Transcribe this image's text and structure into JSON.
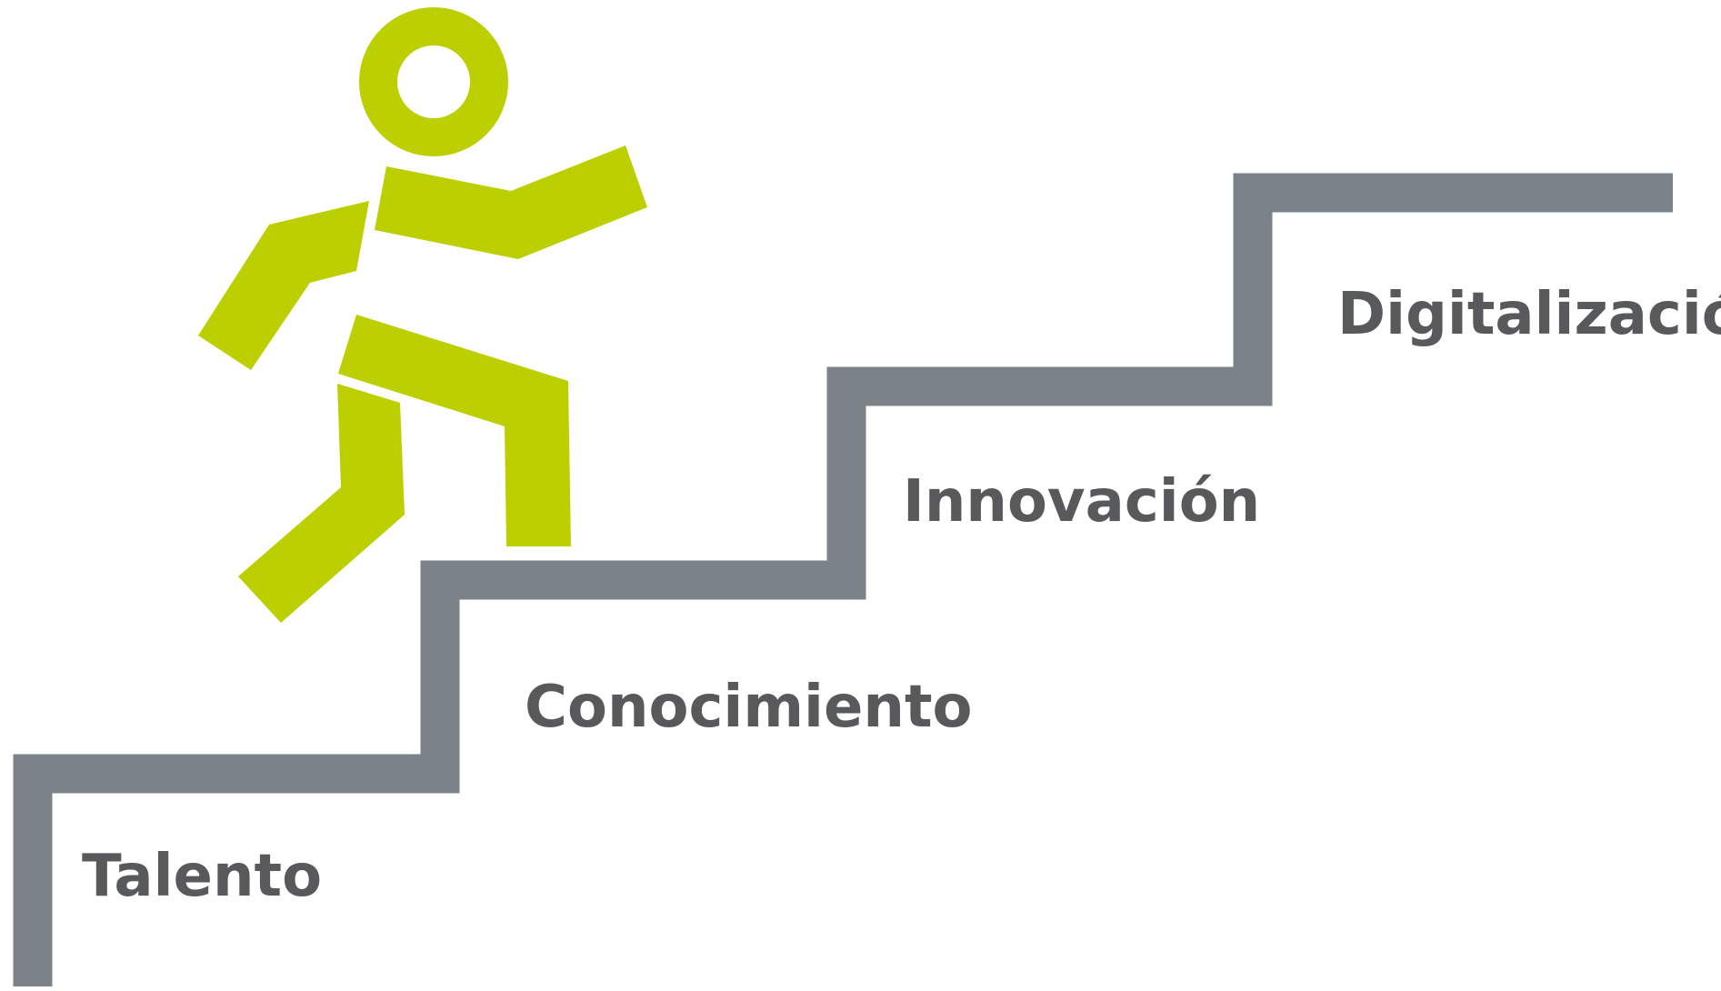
{
  "colors": {
    "stairs": "#7b8389",
    "figure": "#bccf00",
    "text": "#58595b",
    "background": "#ffffff"
  },
  "steps": [
    {
      "label": "Talento"
    },
    {
      "label": "Conocimiento"
    },
    {
      "label": "Innovación"
    },
    {
      "label": "Digitalización"
    }
  ],
  "icons": {
    "figure": "person-climbing-stairs-icon",
    "stairs": "staircase-icon"
  }
}
